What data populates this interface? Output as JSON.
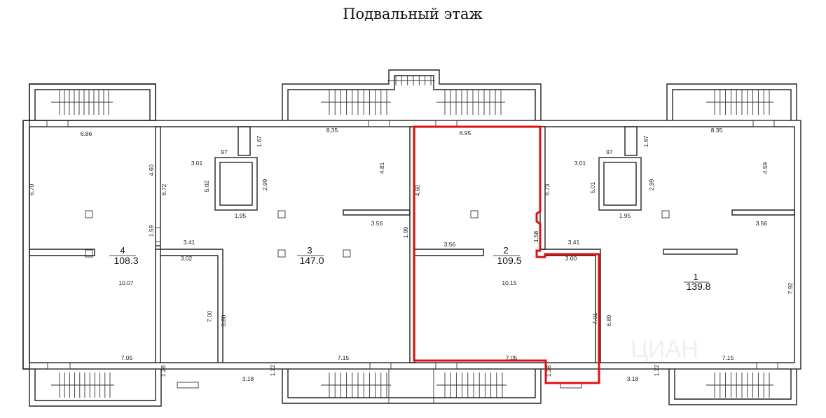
{
  "title": "Подвальный этаж",
  "colors": {
    "highlight": "#e01010",
    "wall": "#222222"
  },
  "rooms": [
    {
      "number": "4",
      "area": "108.3"
    },
    {
      "number": "3",
      "area": "147.0"
    },
    {
      "number": "2",
      "area": "109.5"
    },
    {
      "number": "1",
      "area": "139.8"
    }
  ],
  "highlighted_room": "2",
  "dimensions": [
    "6.86",
    "6.70",
    "4.60",
    "6.72",
    "1.59",
    "3.41",
    "3.02",
    "10.07",
    "7.00",
    "6.80",
    "7.05",
    "1.28",
    "3.01",
    "97",
    "1.67",
    "5.02",
    "2.99",
    "1.95",
    "8.35",
    "4.81",
    "3.56",
    "1.22",
    "3.18",
    "7.15",
    "1.99",
    "4.60",
    "6.95",
    "3.56",
    "1.58",
    "6.73",
    "10.15",
    "7.01",
    "7.05",
    "1.28",
    "3.01",
    "97",
    "1.67",
    "5.01",
    "2.99",
    "1.95",
    "8.35",
    "4.59",
    "3.56",
    "3.41",
    "3.00",
    "6.80",
    "7.92",
    "1.22",
    "3.18",
    "7.15"
  ],
  "watermark": "ЦИАН"
}
